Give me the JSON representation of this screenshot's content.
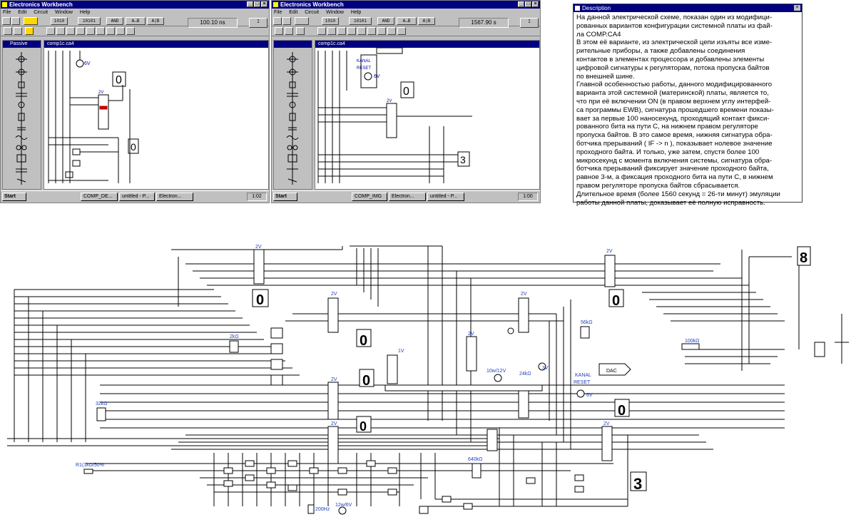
{
  "windows": [
    {
      "title": "Electronics Workbench",
      "menu": [
        "File",
        "Edit",
        "Circuit",
        "Window",
        "Help"
      ],
      "toolbar_display": "100.10 ns",
      "palette_title": "Passive",
      "circuit_title": "comp1c.ca4",
      "circuit_labels": {
        "v1": "6V",
        "v2": "2V"
      },
      "taskbar": {
        "start": "Start",
        "buttons": [
          "COMP_DE...",
          "untitled - P...",
          "Electron..."
        ],
        "clock": "1:02"
      }
    },
    {
      "title": "Electronics Workbench",
      "menu": [
        "File",
        "Edit",
        "Circuit",
        "Window",
        "Help"
      ],
      "toolbar_display": "1567.90 s",
      "palette_title": "",
      "circuit_title": "comp1c.ca4",
      "circuit_labels": {
        "v1": "6V",
        "v2": "2V",
        "kanal": "KANAL",
        "reset": "RESET"
      },
      "taskbar": {
        "start": "Start",
        "buttons": [
          "COMP_IMG",
          "Electron...",
          "untitled - P..."
        ],
        "clock": "1:00"
      }
    }
  ],
  "toolbar_buttons": [
    "1010",
    "10101",
    "AND",
    "A↔B",
    "A|B"
  ],
  "description": {
    "title": "Description",
    "text": "На данной электрической схеме, показан один из модифици-\nрованных вариантов конфигурации системной  платы из фай-\nла  COMP.CA4\nВ этом её варианте, из электрической цепи изъяты все изме-\nрительные приборы, а также добавлены соединения\nконтактов в элементах процессора и добавлены элементы\nцифровой сигнатуры к регуляторам, потока пропуска байтов\nпо внешней шине.\nГлавной особенностью работы, данного модифицированного\nварианта этой системной (материнской) платы, является то,\nчто при её включении ON (в правом верхнем углу интерфей-\nса программы EWB), сигнатура прошедшего времени показы-\nвает за первые 100 наносекунд, проходящий контакт фикси-\nрованного бита на пути C, на нижнем правом регуляторе\nпропуска байтов. В это самое время,  нижняя сигнатура обра-\nботчика прерываний ( IF -> n ), показывает нолевое значение\nпроходного байта. И только, уже затем, спустя более 100\nмикросекунд с момента включения системы, сигнатура обра-\nботчика прерываний фиксирует значение проходного байта,\nравное 3-м, а фиксация проходного бита на пути С, в нижнем\nправом регуляторе пропуска байтов сбрасывается.\nДлительное время  (более 1560 секунд = 26-ти минут) эмуляции\nработы данной платы, доказывает её полную исправность."
  },
  "schematic": {
    "labels": {
      "r_2k": "2kΩ",
      "r_32k": "32kΩ",
      "r_56k": "56kΩ",
      "r_100k": "100kΩ",
      "r_640k": "640kΩ",
      "r_24k": "24kΩ",
      "pot": "R1(1kΩ/50%",
      "v2a": "2V",
      "v2b": "2V",
      "v2c": "2V",
      "v2d": "2V",
      "v2e": "2V",
      "v2f": "2V",
      "v2g": "2V",
      "v2h": "2V",
      "v1": "1V",
      "v3": "3V",
      "v6": "6V",
      "lamp": "10w/12V",
      "lamp2": "12w/6V",
      "freq": "200Hz",
      "dac": "DAC",
      "kanal": "KANAL",
      "reset": "RESET",
      "seg_values": [
        "0",
        "0",
        "0",
        "0",
        "0",
        "0",
        "3",
        "8"
      ]
    }
  }
}
